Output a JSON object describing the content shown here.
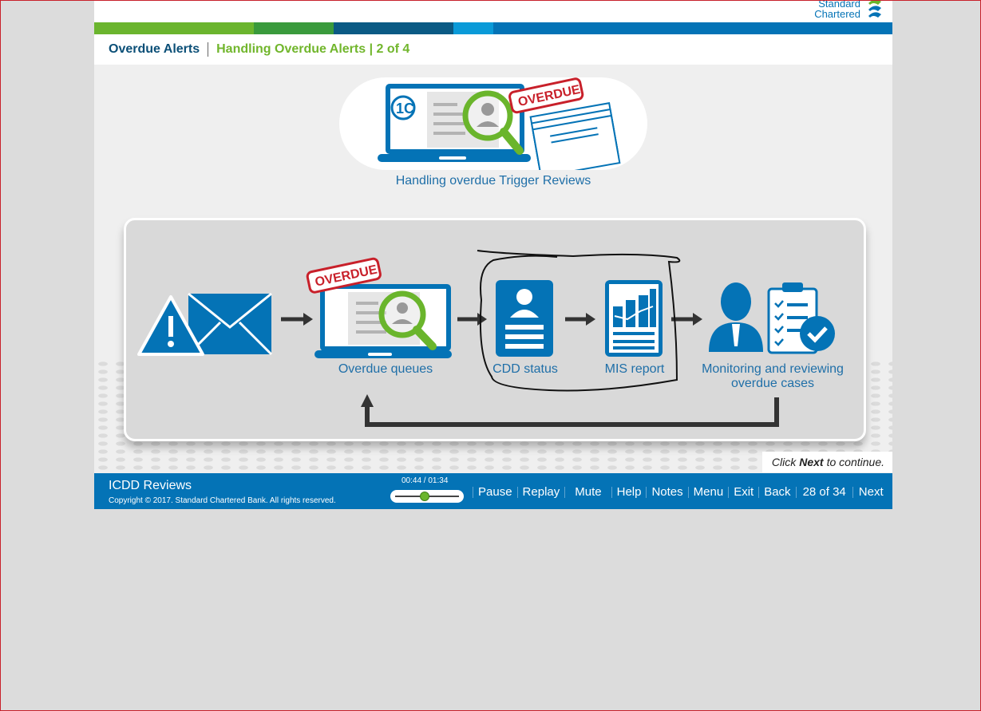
{
  "brand": {
    "line1": "Standard",
    "line2": "Chartered"
  },
  "breadcrumb": {
    "section": "Overdue Alerts",
    "page": "Handling Overdue Alerts | 2 of 4"
  },
  "hero": {
    "badge": "OVERDUE",
    "caption": "Handling overdue Trigger Reviews"
  },
  "workflow": {
    "overdue_badge": "OVERDUE",
    "steps": [
      {
        "label": "Overdue queues"
      },
      {
        "label": "CDD status"
      },
      {
        "label": "MIS report"
      },
      {
        "label": "Monitoring and reviewing",
        "label2": "overdue cases"
      }
    ]
  },
  "continue_hint": {
    "pre": "Click",
    "strong": "Next",
    "post": "to continue."
  },
  "footer": {
    "course_title": "ICDD Reviews",
    "copyright": "Copyright © 2017. Standard Chartered Bank. All rights reserved.",
    "timer": "00:44 / 01:34",
    "progress": 0.468,
    "pause": "Pause",
    "replay": "Replay",
    "mute": "Mute",
    "help": "Help",
    "notes": "Notes",
    "menu": "Menu",
    "exit": "Exit",
    "back": "Back",
    "slide_counter": "28 of 34",
    "next": "Next"
  },
  "colors": {
    "brand_blue": "#0473b6",
    "brand_green": "#71b62c",
    "dark_navy": "#0b4f77",
    "overdue_red": "#c8202a",
    "magnifier_green": "#6ab52c"
  }
}
